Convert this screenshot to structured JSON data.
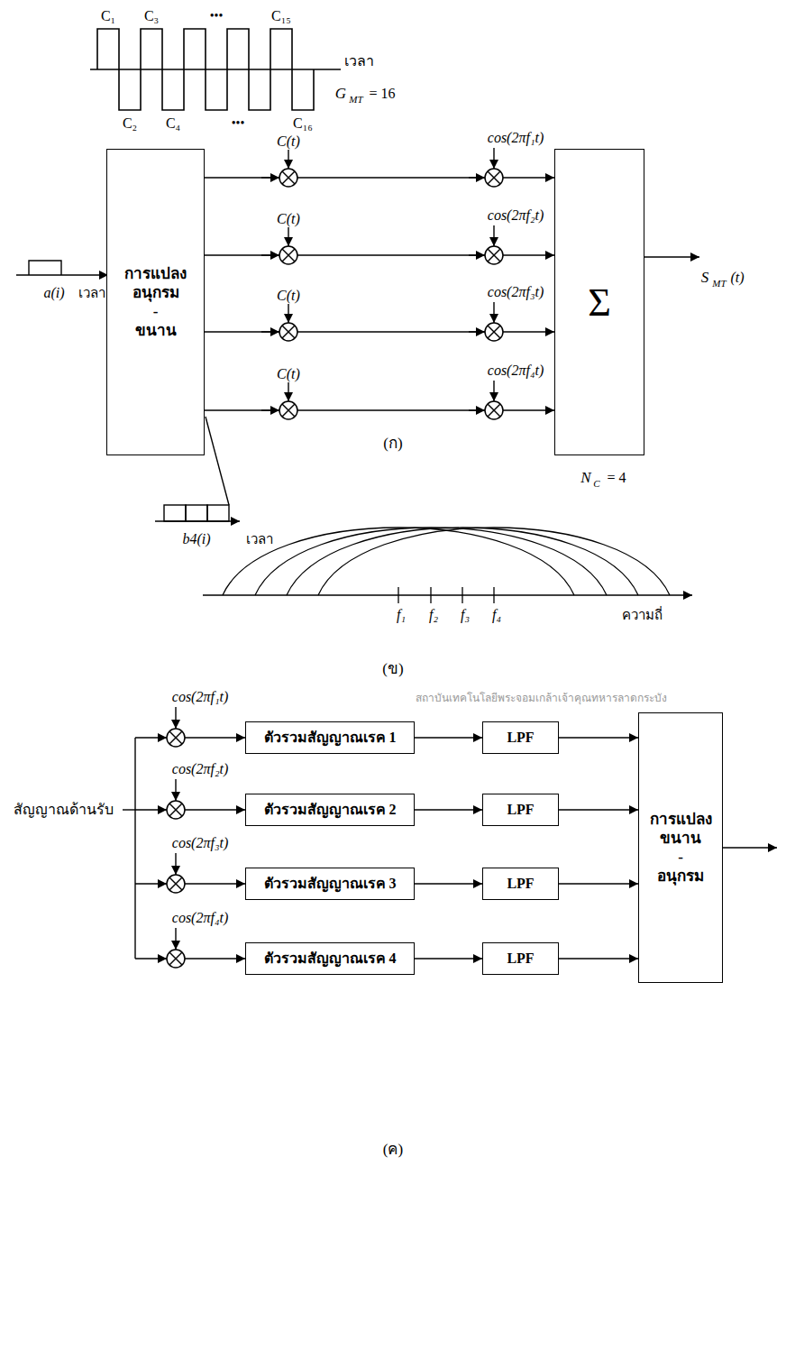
{
  "diagram": {
    "nodes": [
      {
        "text": [
          "การแปลง อนุกรม - ขนาน"
        ]
      },
      {
        "text": [
          "Σ"
        ]
      },
      {
        "text": [
          "ตัวรวมสัญญาณเรค 1"
        ]
      },
      {
        "text": [
          "ตัวรวมสัญญาณเรค 2"
        ]
      },
      {
        "text": [
          "ตัวรวมสัญญาณเรค 3"
        ]
      },
      {
        "text": [
          "ตัวรวมสัญญาณเรค 4"
        ]
      },
      {
        "text": [
          "LPF"
        ]
      },
      {
        "text": [
          "LPF"
        ]
      },
      {
        "text": [
          "LPF"
        ]
      },
      {
        "text": [
          "LPF"
        ]
      },
      {
        "text": [
          "การแปลง ขนาน - อนุกรม"
        ]
      }
    ],
    "edges": [
      {
        "from": 0,
        "to": 1,
        "arrow": "to"
      },
      {
        "from": 0,
        "to": 1,
        "arrow": "to"
      },
      {
        "from": 0,
        "to": 1,
        "arrow": "to"
      },
      {
        "from": 0,
        "to": 1,
        "arrow": "to"
      },
      {
        "from": 2,
        "to": 6,
        "arrow": "to"
      },
      {
        "from": 3,
        "to": 7,
        "arrow": "to"
      },
      {
        "from": 4,
        "to": 8,
        "arrow": "to"
      },
      {
        "from": 5,
        "to": 9,
        "arrow": "to"
      },
      {
        "from": 6,
        "to": 10,
        "arrow": "to"
      },
      {
        "from": 7,
        "to": 10,
        "arrow": "to"
      },
      {
        "from": 8,
        "to": 10,
        "arrow": "to"
      },
      {
        "from": 9,
        "to": 10,
        "arrow": "to"
      }
    ],
    "labels": [
      "C₁",
      "C₃",
      "•••",
      "C₁₅",
      "เวลา",
      "G",
      "MT",
      "= 16",
      "C₂",
      "C₄",
      "•••",
      "C₁₆",
      "C(t)",
      "cos(2πf₁t)",
      "C(t)",
      "cos(2πf₂t)",
      "C(t)",
      "cos(2πf₃t)",
      "C(t)",
      "cos(2πf₄t)",
      "a(i)",
      "เวลา",
      "S",
      "MT",
      "(t)",
      "N",
      "C",
      "= 4",
      "b4(i)",
      "เวลา",
      "(ก)",
      "f₁",
      "f₂",
      "f₃",
      "f₄",
      "ความถี่",
      "(ข)",
      "cos(2πf₁t)",
      "cos(2πf₂t)",
      "cos(2πf₃t)",
      "cos(2πf₄t)",
      "สัญญาณด้านรับ",
      "(ค)",
      "สถาบันเทคโนโลยีพระจอมเกล้าเจ้าคุณทหารลาดกระบัง"
    ]
  }
}
